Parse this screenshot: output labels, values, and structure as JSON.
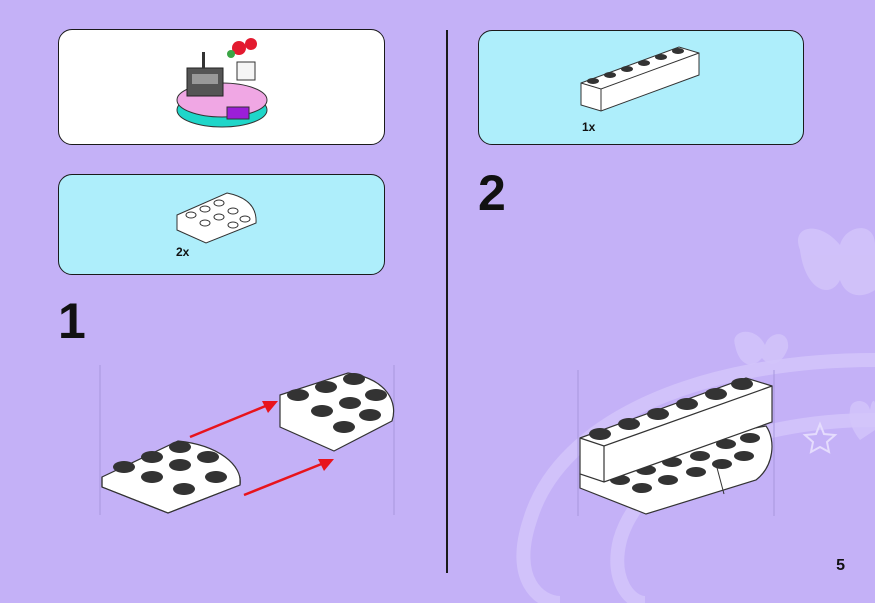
{
  "left": {
    "parts_count": "2x",
    "step_number": "1"
  },
  "right": {
    "parts_count": "1x",
    "step_number": "2"
  },
  "page_number": "5",
  "colors": {
    "background": "#c4b1f7",
    "parts_box": "#aeeefb",
    "arrow": "#e8141c"
  }
}
